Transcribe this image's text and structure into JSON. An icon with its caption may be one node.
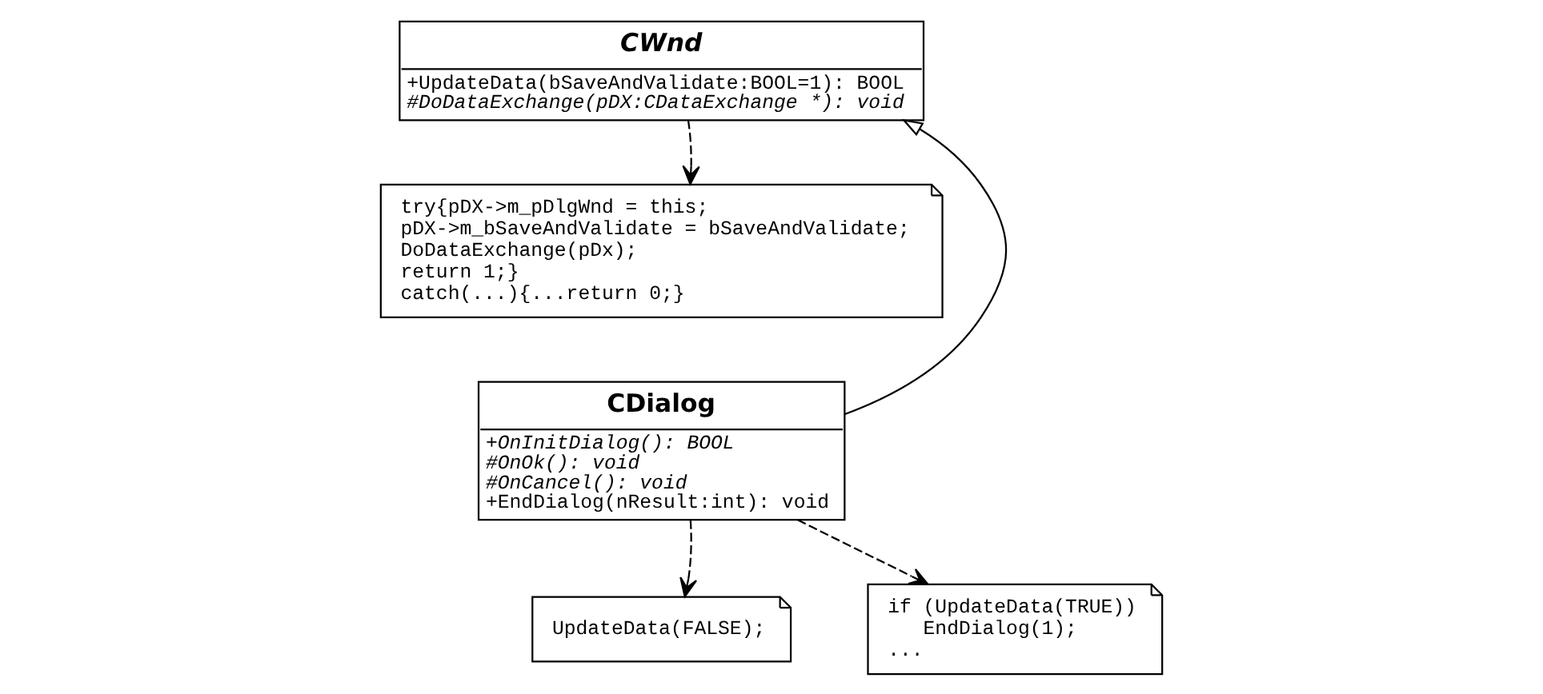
{
  "diagram": {
    "nodes": [
      {
        "text": [
          "CWnd",
          "+UpdateData(bSaveAndValidate:BOOL=1): BOOL",
          "#DoDataExchange(pDX:CDataExchange *): void"
        ]
      },
      {
        "text": [
          "try{pDX->m_pDlgWnd = this;",
          "pDX->m_bSaveAndValidate = bSaveAndValidate;",
          "DoDataExchange(pDx);",
          "return 1;}",
          "catch(...){...return 0;}"
        ]
      },
      {
        "text": [
          "CDialog",
          "+OnInitDialog(): BOOL",
          "#OnOk(): void",
          "#OnCancel(): void",
          "+EndDialog(nResult:int): void"
        ]
      },
      {
        "text": [
          "UpdateData(FALSE);"
        ]
      },
      {
        "text": [
          "if (UpdateData(TRUE))",
          "EndDialog(1);",
          "..."
        ]
      }
    ],
    "edges": [
      {
        "from": 2,
        "to": 0,
        "arrow": "to"
      },
      {
        "from": 0,
        "to": 1,
        "arrow": "to",
        "style": "dashed"
      },
      {
        "from": 2,
        "to": 3,
        "arrow": "to",
        "style": "dashed"
      },
      {
        "from": 2,
        "to": 4,
        "arrow": "to",
        "style": "dashed"
      }
    ]
  }
}
